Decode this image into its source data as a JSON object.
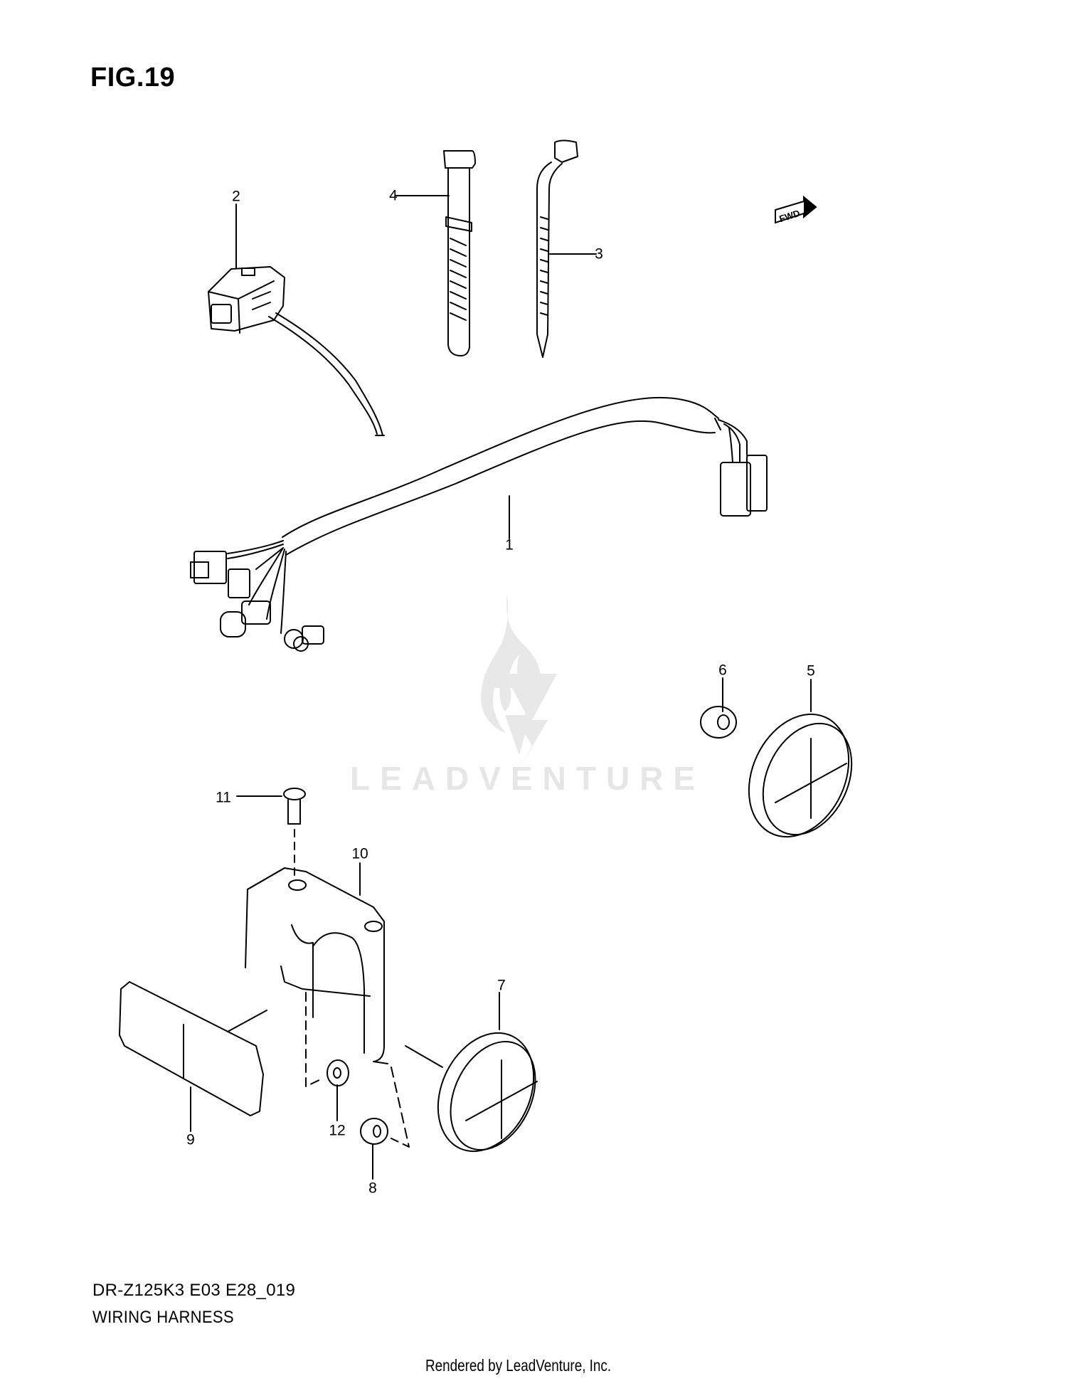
{
  "figure": {
    "title": "FIG.19",
    "model_code": "DR-Z125K3 E03 E28_019",
    "section_name": "WIRING HARNESS",
    "direction_indicator": "FWD"
  },
  "parts": [
    {
      "ref": "1",
      "part": "wiring-harness"
    },
    {
      "ref": "2",
      "part": "connector-with-lead"
    },
    {
      "ref": "3",
      "part": "cable-tie"
    },
    {
      "ref": "4",
      "part": "clamp-band"
    },
    {
      "ref": "5",
      "part": "round-reflector"
    },
    {
      "ref": "6",
      "part": "nut"
    },
    {
      "ref": "7",
      "part": "round-reflector"
    },
    {
      "ref": "8",
      "part": "nut"
    },
    {
      "ref": "9",
      "part": "rectangular-reflector"
    },
    {
      "ref": "10",
      "part": "reflector-bracket"
    },
    {
      "ref": "11",
      "part": "screw"
    },
    {
      "ref": "12",
      "part": "nut"
    }
  ],
  "callouts": {
    "c1": "1",
    "c2": "2",
    "c3": "3",
    "c4": "4",
    "c5": "5",
    "c6": "6",
    "c7": "7",
    "c8": "8",
    "c9": "9",
    "c10": "10",
    "c11": "11",
    "c12": "12"
  },
  "watermark": {
    "text": "LEADVENTURE"
  },
  "footer": {
    "rendered_by": "Rendered by LeadVenture, Inc."
  }
}
